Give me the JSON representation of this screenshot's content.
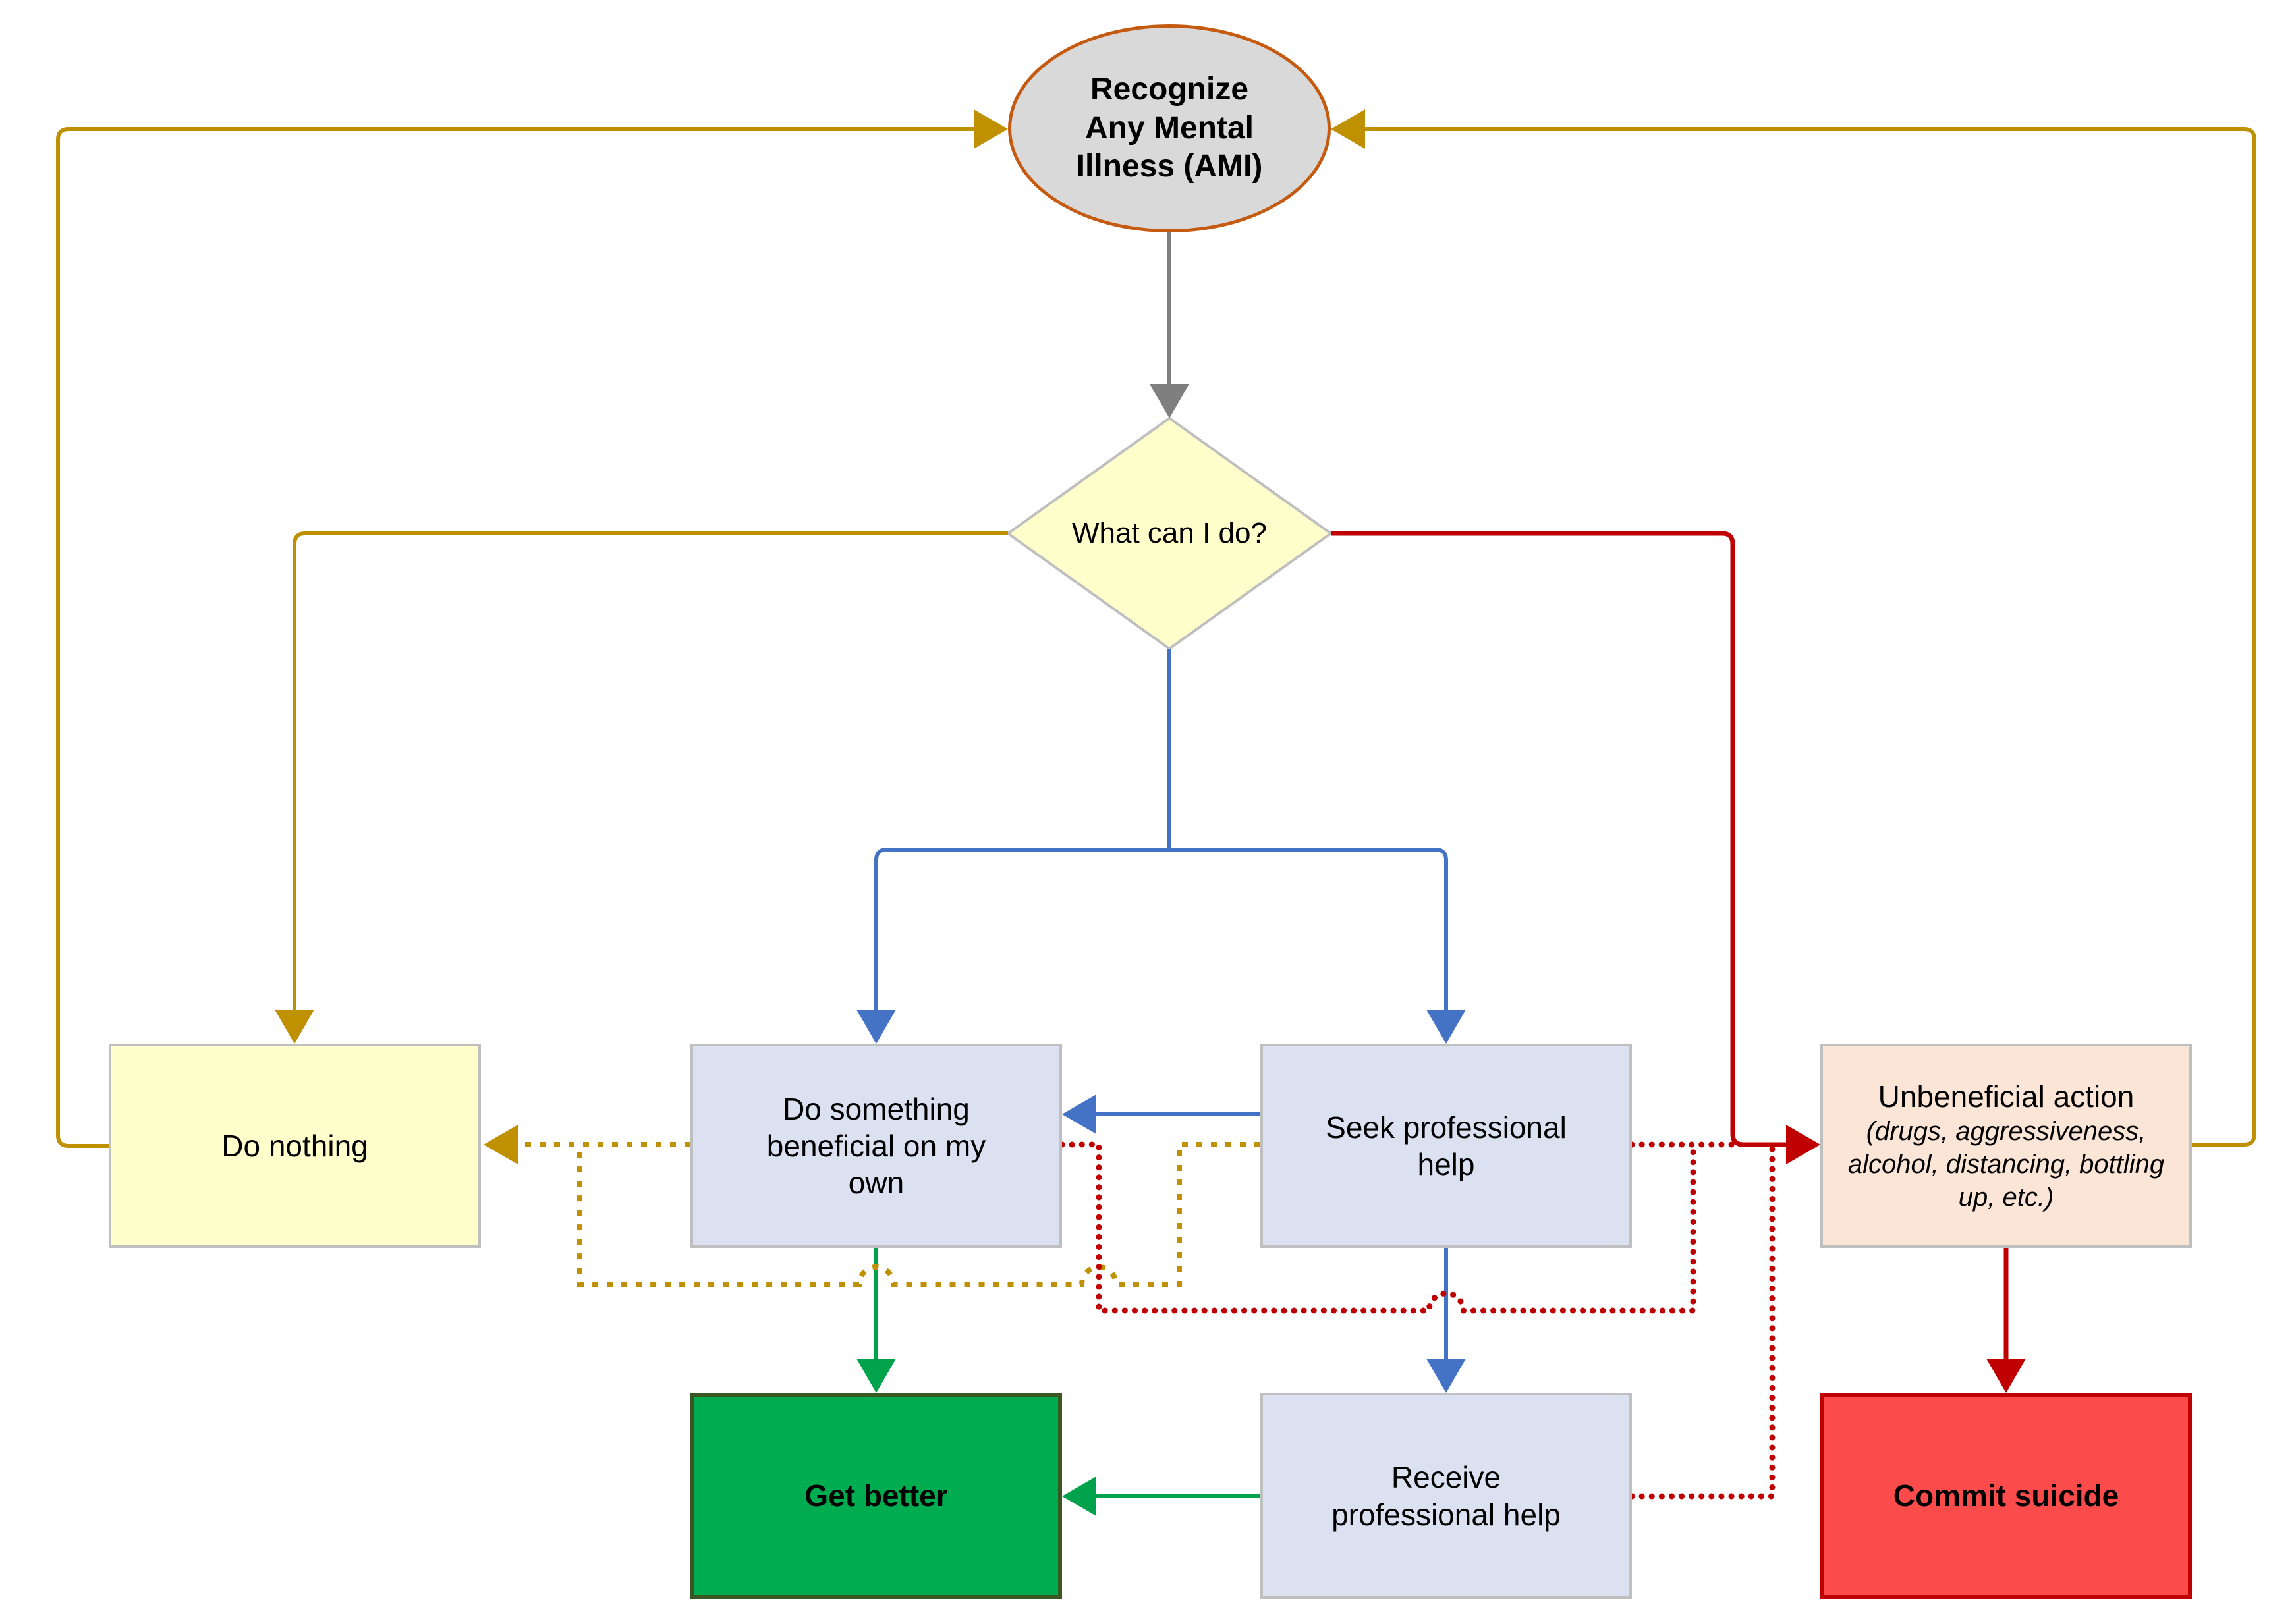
{
  "nodes": {
    "ami": {
      "label": "Recognize Any Mental Illness (AMI)",
      "lines": [
        "Recognize",
        "Any Mental",
        "Illness (AMI)"
      ]
    },
    "decision": {
      "label": "What can I do?"
    },
    "do_nothing": {
      "label": "Do nothing"
    },
    "do_something": {
      "label": "Do something beneficial on my own"
    },
    "seek_help": {
      "label": "Seek professional help"
    },
    "unbeneficial": {
      "label": "Unbeneficial action",
      "sublabel": "(drugs, aggressiveness, alcohol, distancing, bottling up, etc.)"
    },
    "get_better": {
      "label": "Get better"
    },
    "receive_help": {
      "label": "Receive professional help"
    },
    "commit_suicide": {
      "label": "Commit suicide"
    }
  },
  "colors": {
    "gold": "#bf9000",
    "blue": "#4472c4",
    "red": "#c00000",
    "green": "#00a24c",
    "gray": "#7f7f7f",
    "ami_fill": "#d9d9d9",
    "ami_border": "#c55a11",
    "yellow_fill": "#ffffcc",
    "lavender_fill": "#dce1f2",
    "peach_fill": "#fbe5d6",
    "node_border": "#bfbfbf",
    "green_fill": "#00ac50",
    "green_border": "#385723",
    "red_fill": "#fb4b4b",
    "red_border": "#c00000"
  },
  "edges": [
    {
      "id": "ami-to-decision",
      "from": "ami",
      "to": "decision",
      "style": "solid",
      "color": "gray"
    },
    {
      "id": "decision-to-do-nothing",
      "from": "decision",
      "to": "do_nothing",
      "style": "solid",
      "color": "gold"
    },
    {
      "id": "decision-to-do-something",
      "from": "decision",
      "to": "do_something",
      "style": "solid",
      "color": "blue"
    },
    {
      "id": "decision-to-seek-help",
      "from": "decision",
      "to": "seek_help",
      "style": "solid",
      "color": "blue"
    },
    {
      "id": "decision-to-unbeneficial",
      "from": "decision",
      "to": "unbeneficial",
      "style": "solid",
      "color": "red"
    },
    {
      "id": "seek-to-do-something",
      "from": "seek_help",
      "to": "do_something",
      "style": "solid",
      "color": "blue"
    },
    {
      "id": "seek-to-receive",
      "from": "seek_help",
      "to": "receive_help",
      "style": "solid",
      "color": "blue"
    },
    {
      "id": "do-something-to-better",
      "from": "do_something",
      "to": "get_better",
      "style": "solid",
      "color": "green"
    },
    {
      "id": "receive-to-better",
      "from": "receive_help",
      "to": "get_better",
      "style": "solid",
      "color": "green"
    },
    {
      "id": "unbeneficial-to-suicide",
      "from": "unbeneficial",
      "to": "commit_suicide",
      "style": "solid",
      "color": "red"
    },
    {
      "id": "do-nothing-to-ami",
      "from": "do_nothing",
      "to": "ami",
      "style": "solid",
      "color": "gold"
    },
    {
      "id": "unbeneficial-to-ami",
      "from": "unbeneficial",
      "to": "ami",
      "style": "solid",
      "color": "gold"
    },
    {
      "id": "do-something-to-nothing",
      "from": "do_something",
      "to": "do_nothing",
      "style": "dotted",
      "color": "gold"
    },
    {
      "id": "seek-to-do-nothing",
      "from": "seek_help",
      "to": "do_nothing",
      "style": "dotted",
      "color": "gold"
    },
    {
      "id": "do-something-to-unben",
      "from": "do_something",
      "to": "unbeneficial",
      "style": "dotted",
      "color": "red"
    },
    {
      "id": "seek-to-unbeneficial",
      "from": "seek_help",
      "to": "unbeneficial",
      "style": "dotted",
      "color": "red"
    },
    {
      "id": "receive-to-unbeneficial",
      "from": "receive_help",
      "to": "unbeneficial",
      "style": "dotted",
      "color": "red"
    }
  ]
}
